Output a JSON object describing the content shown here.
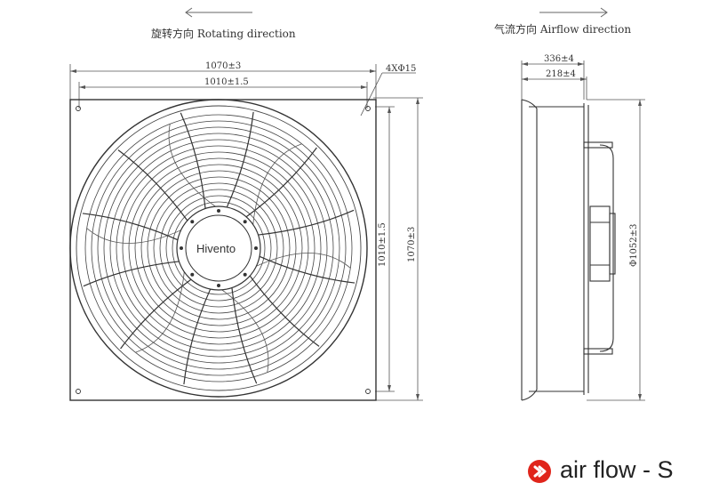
{
  "front_view": {
    "direction_caption": "旋转方向 Rotating direction",
    "width_overall": "1070±3",
    "width_mount": "1010±1.5",
    "holes": "4XΦ15",
    "height_mount": "1010±1.5",
    "height_overall": "1070±3",
    "brand": "Hivento"
  },
  "side_view": {
    "direction_caption": "气流方向 Airflow direction",
    "depth_overall": "336±4",
    "depth_motor": "218±4",
    "diameter": "Φ1052±3"
  },
  "legend": {
    "airflow_label": "air flow - S",
    "icon": "arrow-circle-icon",
    "icon_color": "#e0251b"
  }
}
